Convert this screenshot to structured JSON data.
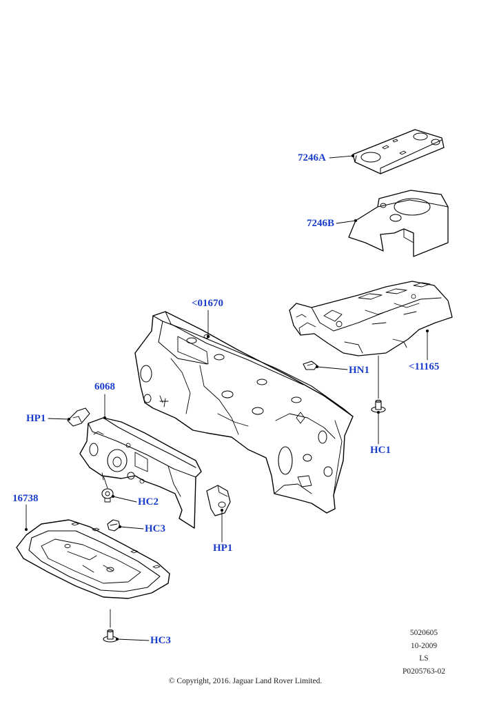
{
  "diagram": {
    "labels": {
      "l_7246a": "7246A",
      "l_7246b": "7246B",
      "l_01670": "<01670",
      "l_11165": "<11165",
      "l_hn1": "HN1",
      "l_hc1": "HC1",
      "l_6068": "6068",
      "l_hp1_left": "HP1",
      "l_hc2": "HC2",
      "l_hc3_upper": "HC3",
      "l_hp1_right": "HP1",
      "l_16738": "16738",
      "l_hc3_lower": "HC3"
    },
    "reference": {
      "code": "5020605",
      "date": "10-2009",
      "initials": "LS",
      "illustration_number": "P0205763-02"
    },
    "copyright": "© Copyright, 2016. Jaguar Land Rover Limited.",
    "colors": {
      "label": "#1a3ccc",
      "line": "#000000",
      "part_fill": "#ffffff"
    }
  }
}
